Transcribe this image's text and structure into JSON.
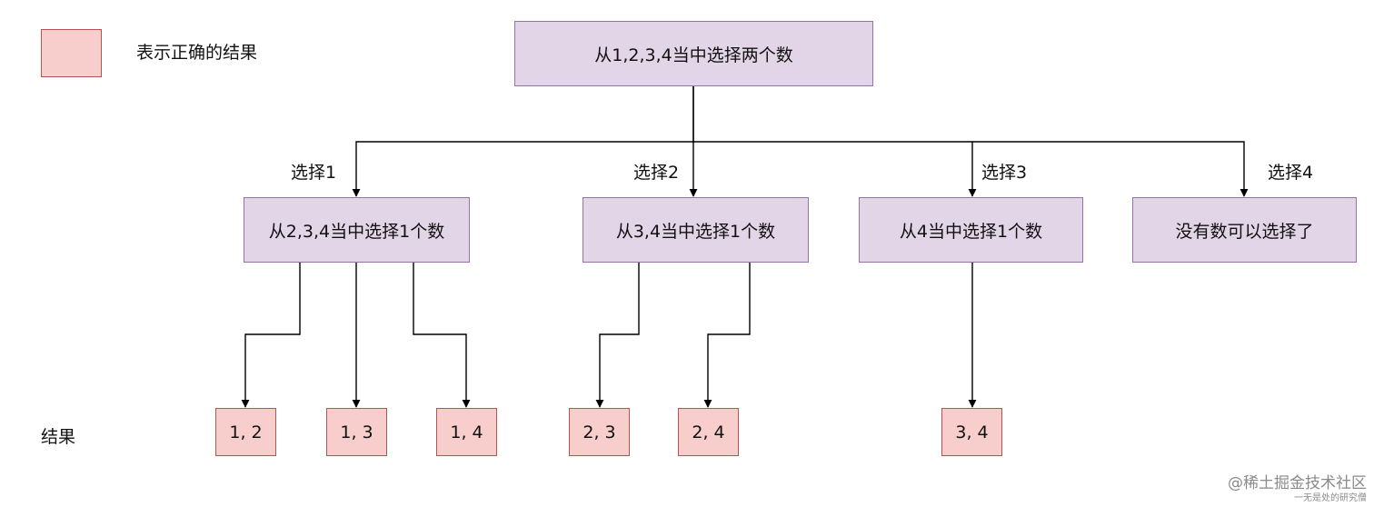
{
  "legend": {
    "text": "表示正确的结果"
  },
  "root": {
    "text": "从1,2,3,4当中选择两个数"
  },
  "branches": [
    {
      "label": "选择1",
      "node": "从2,3,4当中选择1个数",
      "results": [
        "1, 2",
        "1, 3",
        "1, 4"
      ]
    },
    {
      "label": "选择2",
      "node": "从3,4当中选择1个数",
      "results": [
        "2, 3",
        "2, 4"
      ]
    },
    {
      "label": "选择3",
      "node": "从4当中选择1个数",
      "results": [
        "3, 4"
      ]
    },
    {
      "label": "选择4",
      "node": "没有数可以选择了",
      "results": []
    }
  ],
  "results_label": "结果",
  "watermark": {
    "main": "@稀土掘金技术社区",
    "sub": "一无是处的研究僧"
  }
}
